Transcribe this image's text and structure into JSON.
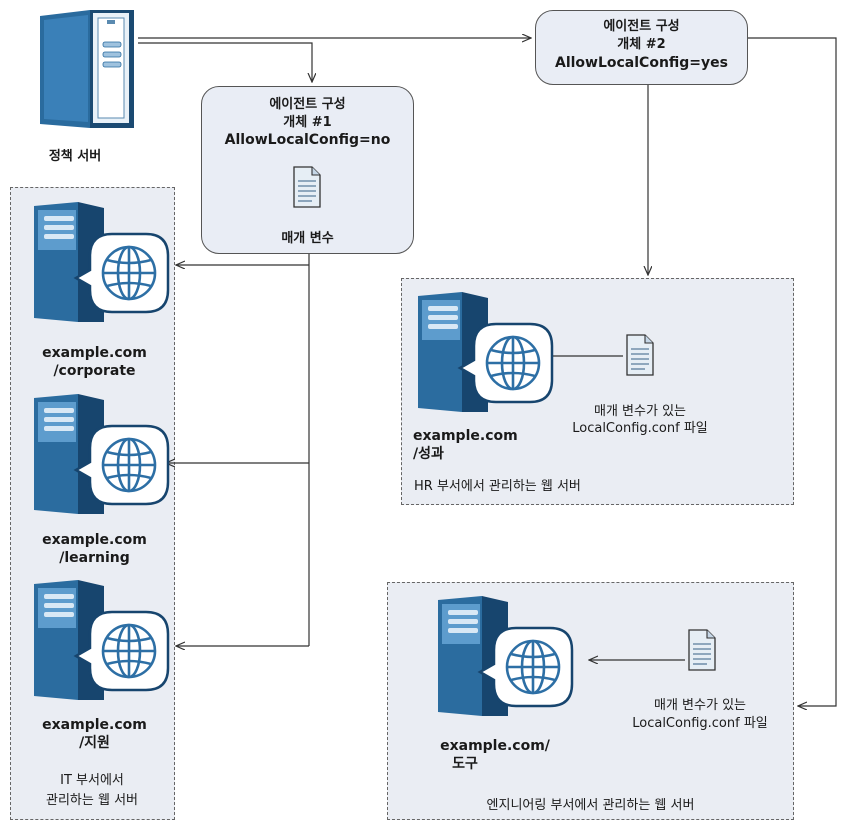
{
  "policy_server": {
    "label": "정책 서버"
  },
  "config1": {
    "line1": "에이전트 구성",
    "line2": "개체 #1",
    "line3": "AllowLocalConfig=no",
    "param_label": "매개 변수"
  },
  "config2": {
    "line1": "에이전트 구성",
    "line2": "개체 #2",
    "line3": "AllowLocalConfig=yes"
  },
  "it_group": {
    "label_line1": "IT 부서에서",
    "label_line2": "관리하는 웹 서버",
    "servers": [
      {
        "line1": "example.com",
        "line2": "/corporate"
      },
      {
        "line1": "example.com",
        "line2": "/learning"
      },
      {
        "line1": "example.com",
        "line2": "/지원"
      }
    ]
  },
  "hr_group": {
    "label": "HR 부서에서 관리하는 웹 서버",
    "server": {
      "line1": "example.com",
      "line2": "/성과"
    },
    "file_line1": "매개 변수가 있는",
    "file_line2": "LocalConfig.conf 파일"
  },
  "eng_group": {
    "label": "엔지니어링 부서에서 관리하는 웹 서버",
    "server": {
      "line1": "example.com/",
      "line2": "도구"
    },
    "file_line1": "매개 변수가 있는",
    "file_line2": "LocalConfig.conf 파일"
  },
  "colors": {
    "server_dark": "#17456e",
    "server_mid": "#2b6c9f",
    "server_light": "#5d9ccd",
    "globe": "#2d6fa5",
    "group_bg": "#eaedf3",
    "config_bg": "#e9edf5"
  }
}
